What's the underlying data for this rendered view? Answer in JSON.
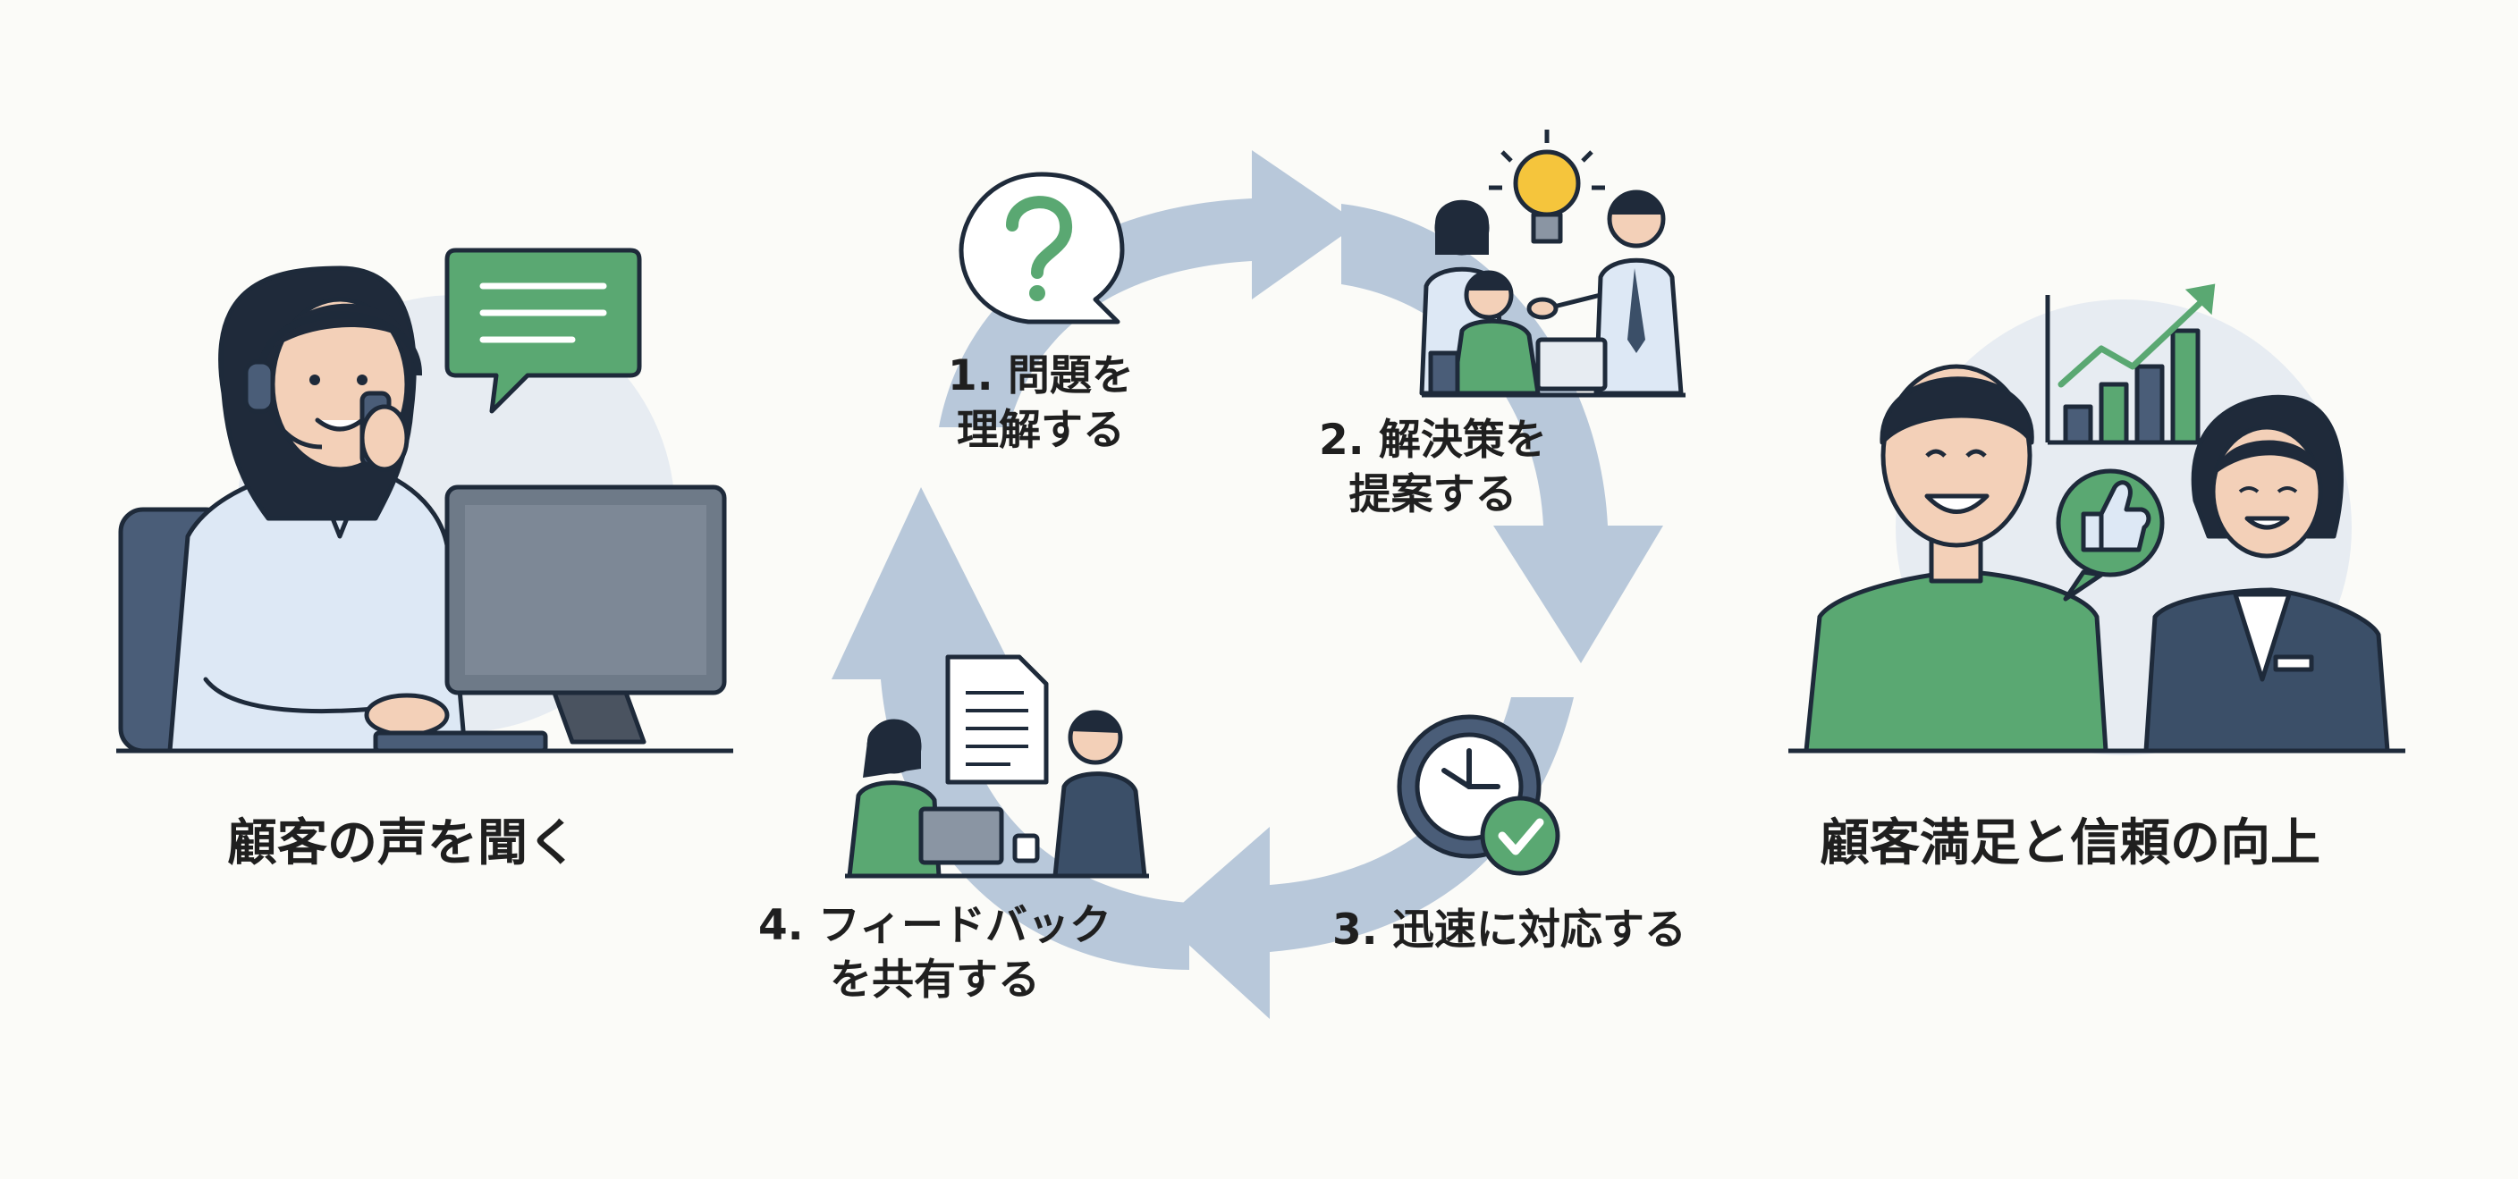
{
  "left_panel": {
    "caption": "顧客の声を聞く"
  },
  "right_panel": {
    "caption": "顧客満足と信頼の向上"
  },
  "cycle": {
    "steps": [
      {
        "line1": "1. 問題を",
        "line2": "理解する"
      },
      {
        "line1": "2. 解決策を",
        "line2": "提案する"
      },
      {
        "line1": "3. 迅速に対応する",
        "line2": ""
      },
      {
        "line1": "4. フィードバック",
        "line2": "を共有する"
      }
    ]
  },
  "colors": {
    "background": "#fbfbf8",
    "arrow": "#b8c8da",
    "accent_green": "#5aa872",
    "navy": "#3b4f68",
    "text": "#1f1f1f",
    "lightbulb": "#f5c53c"
  },
  "icons": [
    "question-bubble-icon",
    "lightbulb-icon",
    "clock-icon",
    "checkmark-badge-icon",
    "document-icon",
    "thumbs-up-icon",
    "growth-chart-icon",
    "chat-bubble-icon",
    "headset-icon"
  ]
}
